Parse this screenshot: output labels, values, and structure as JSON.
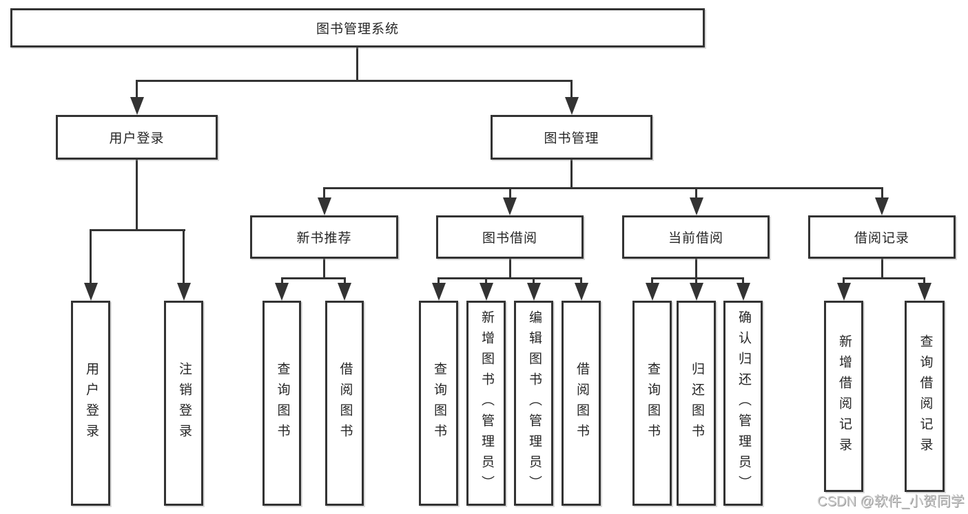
{
  "diagram": {
    "type": "tree",
    "root": "图书管理系统",
    "branches": [
      {
        "label": "用户登录",
        "items": [
          "用户登录",
          "注销登录"
        ]
      },
      {
        "label": "图书管理",
        "groups": [
          {
            "label": "新书推荐",
            "items": [
              "查询图书",
              "借阅图书"
            ]
          },
          {
            "label": "图书借阅",
            "items": [
              "查询图书",
              "新增图书（管理员）",
              "编辑图书（管理员）",
              "借阅图书"
            ]
          },
          {
            "label": "当前借阅",
            "items": [
              "查询图书",
              "归还图书",
              "确认归还（管理员）"
            ]
          },
          {
            "label": "借阅记录",
            "items": [
              "新增借阅记录",
              "查询借阅记录"
            ]
          }
        ]
      }
    ],
    "colors": {
      "line": "#333333",
      "text": "#262626",
      "background": "#ffffff"
    }
  },
  "watermark": {
    "text": "CSDN @软件_小贺同学"
  }
}
